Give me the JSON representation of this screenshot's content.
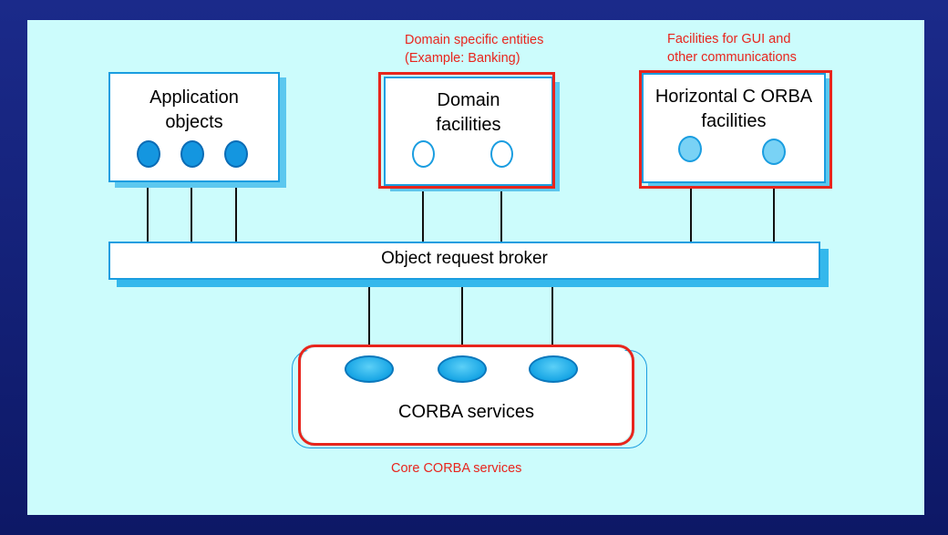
{
  "boxes": {
    "application": {
      "line1": "Application",
      "line2": "objects"
    },
    "domain": {
      "line1": "Domain",
      "line2": "facilities"
    },
    "horizontal": {
      "line1": "Horizontal C ORBA",
      "line2": "facilities"
    }
  },
  "broker": {
    "label": "Object request broker"
  },
  "services": {
    "label": "CORBA services"
  },
  "annotations": {
    "domain_line1": "Domain specific entities",
    "domain_line2": "(Example: Banking)",
    "horizontal_line1": "Facilities for GUI and",
    "horizontal_line2": "other communications",
    "core": "Core CORBA services"
  },
  "colors": {
    "background": "#1b2a8a",
    "panel": "#ccfcfc",
    "accent_blue": "#1a9de0",
    "highlight_red": "#e8251d"
  }
}
